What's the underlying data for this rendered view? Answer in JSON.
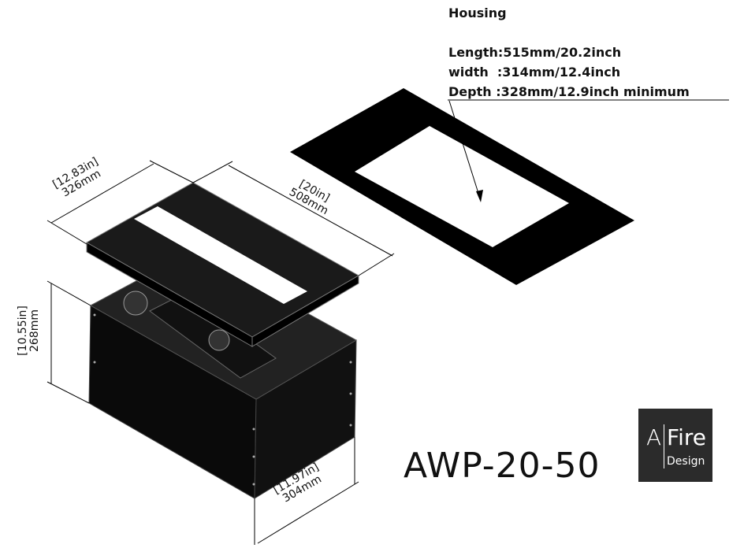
{
  "housing": {
    "title": "Housing",
    "length": "Length:515mm/20.2inch",
    "width": "width  :314mm/12.4inch",
    "depth": "Depth :328mm/12.9inch minimum"
  },
  "dimensions": {
    "top_width": {
      "inch": "[12.83in]",
      "mm": "326mm"
    },
    "top_length": {
      "inch": "[20in]",
      "mm": "508mm"
    },
    "height": {
      "inch": "[10.55in]",
      "mm": "268mm"
    },
    "depth": {
      "inch": "[11.97in]",
      "mm": "304mm"
    }
  },
  "model": "AWP-20-50",
  "logo": {
    "letter": "A",
    "word": "Fire",
    "sub": "Design"
  }
}
